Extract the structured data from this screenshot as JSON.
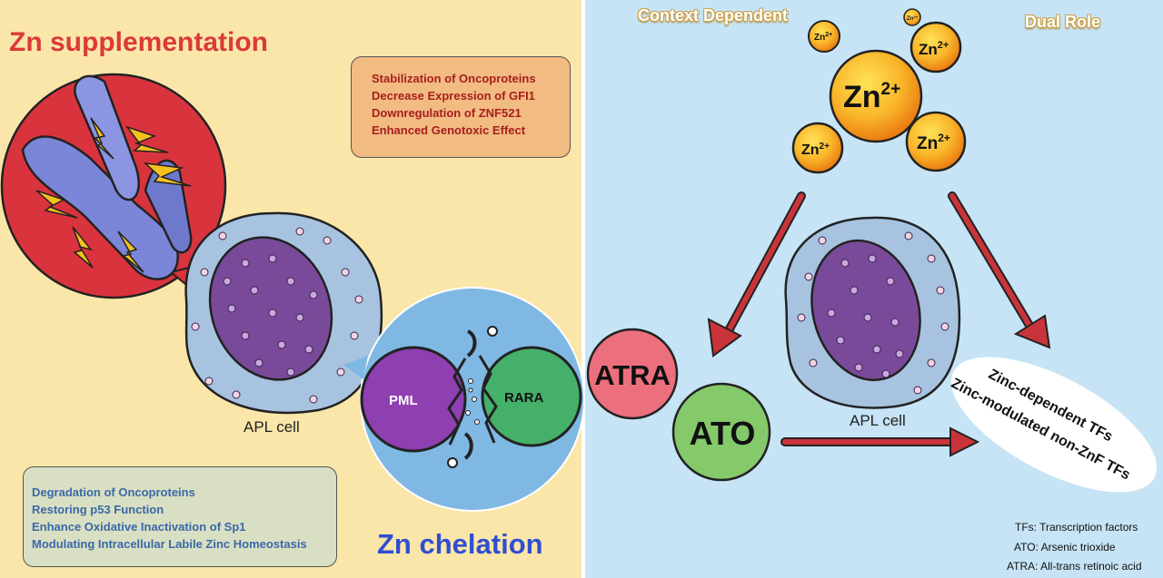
{
  "left_panel": {
    "title_supplementation": "Zn supplementation",
    "title_chelation": "Zn chelation",
    "supplementation_effects": [
      "Stabilization of Oncoproteins",
      "Decrease Expression of GFI1",
      "Downregulation of ZNF521",
      "Enhanced Genotoxic Effect"
    ],
    "chelation_effects": [
      "Degradation of Oncoproteins",
      "Restoring p53 Function",
      "Enhance Oxidative Inactivation of Sp1",
      "Modulating Intracellular Labile Zinc Homeostasis"
    ],
    "cell_label": "APL cell",
    "fusion_left": "PML",
    "fusion_right": "RARA"
  },
  "right_panel": {
    "context_title": "Context Dependent",
    "dual_title": "Dual Role",
    "zn_base": "Zn",
    "zn_charge": "2+",
    "atra_label": "ATRA",
    "ato_label": "ATO",
    "cell_label": "APL cell",
    "tf_lines": [
      "Zinc-dependent TFs",
      "Zinc-modulated non-ZnF TFs"
    ],
    "legend": [
      "TFs: Transcription factors",
      "ATO: Arsenic trioxide",
      "ATRA: All-trans retinoic acid"
    ]
  },
  "colors": {
    "left_bg": "#fbe6a9",
    "right_bg": "#c6e4f5",
    "red_circle": "#d9343e",
    "blue_circle": "#7fb8e3",
    "pml": "#8e3fb0",
    "rara": "#45b069",
    "atra": "#ec6f7e",
    "ato": "#84c96a",
    "zn_orange": "#f6a21f",
    "arrow_red": "#c9343a"
  }
}
